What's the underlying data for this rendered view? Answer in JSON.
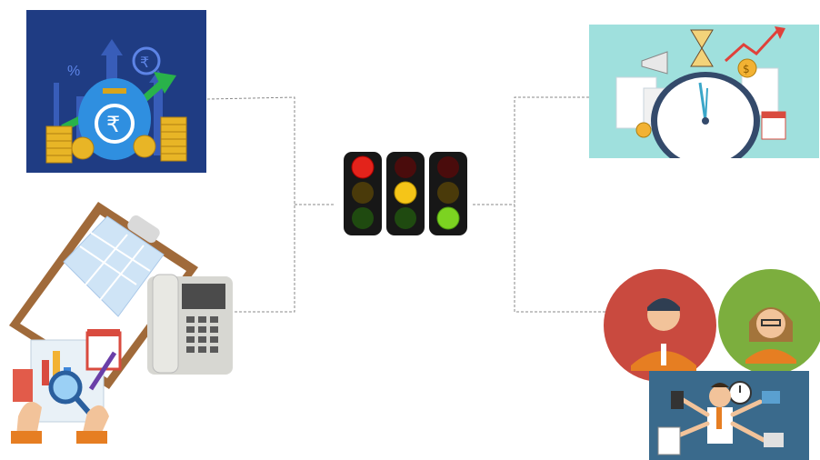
{
  "slide": {
    "background": "#ffffff",
    "connector_color": "#8a8a8a",
    "currency_symbol": "₹",
    "percent_symbol": "%"
  },
  "traffic_lights": [
    {
      "active": "red",
      "active_color": "#e3231b"
    },
    {
      "active": "yellow",
      "active_color": "#f5c518"
    },
    {
      "active": "green",
      "active_color": "#7cd321"
    }
  ],
  "illustrations": {
    "top_left": "money-bag-rupee-growth-icon",
    "bottom_left": "clipboard-phone-analysis-icon",
    "top_right": "clock-deadline-documents-icon",
    "bottom_right": "people-avatars-multitasking-icon"
  }
}
